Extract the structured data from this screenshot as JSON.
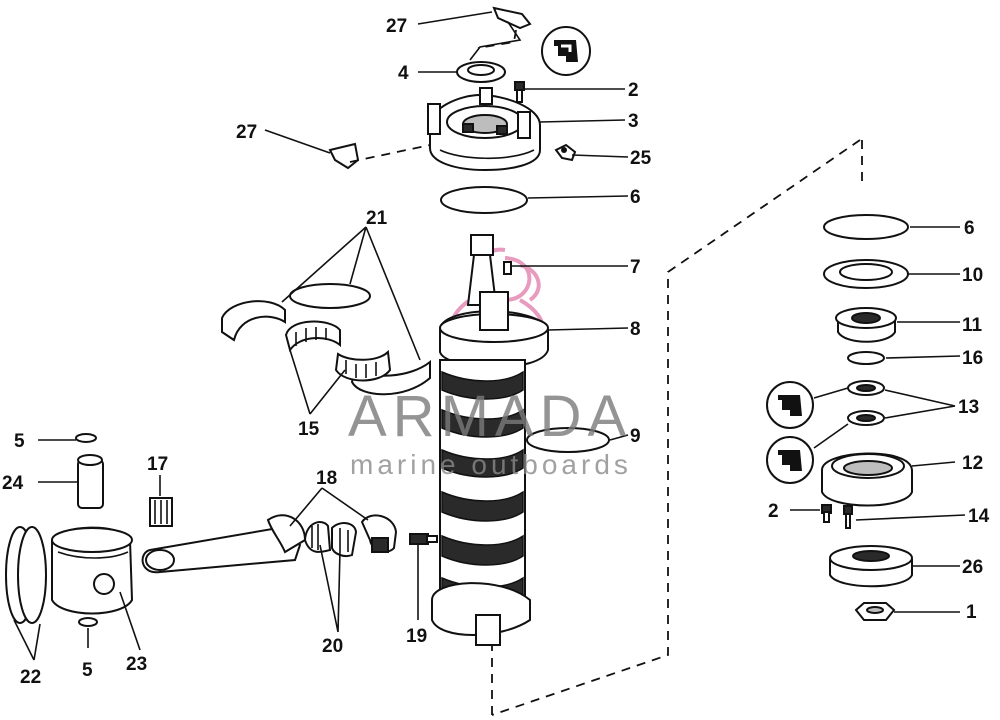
{
  "callouts": [
    {
      "label": "27"
    },
    {
      "label": "4"
    },
    {
      "label": "2"
    },
    {
      "label": "3"
    },
    {
      "label": "27"
    },
    {
      "label": "25"
    },
    {
      "label": "6"
    },
    {
      "label": "21"
    },
    {
      "label": "7"
    },
    {
      "label": "8"
    },
    {
      "label": "15"
    },
    {
      "label": "9"
    },
    {
      "label": "5"
    },
    {
      "label": "17"
    },
    {
      "label": "24"
    },
    {
      "label": "18"
    },
    {
      "label": "19"
    },
    {
      "label": "20"
    },
    {
      "label": "22"
    },
    {
      "label": "5"
    },
    {
      "label": "23"
    },
    {
      "label": "6"
    },
    {
      "label": "10"
    },
    {
      "label": "11"
    },
    {
      "label": "16"
    },
    {
      "label": "13"
    },
    {
      "label": "12"
    },
    {
      "label": "2"
    },
    {
      "label": "14"
    },
    {
      "label": "26"
    },
    {
      "label": "1"
    }
  ],
  "watermark": {
    "brand": "ARMADA",
    "tagline": "marine outboards",
    "logo_color": "#e38ab5",
    "text_color": "#7a7a7a"
  },
  "icons": {
    "sealant": "sealant-icon"
  }
}
